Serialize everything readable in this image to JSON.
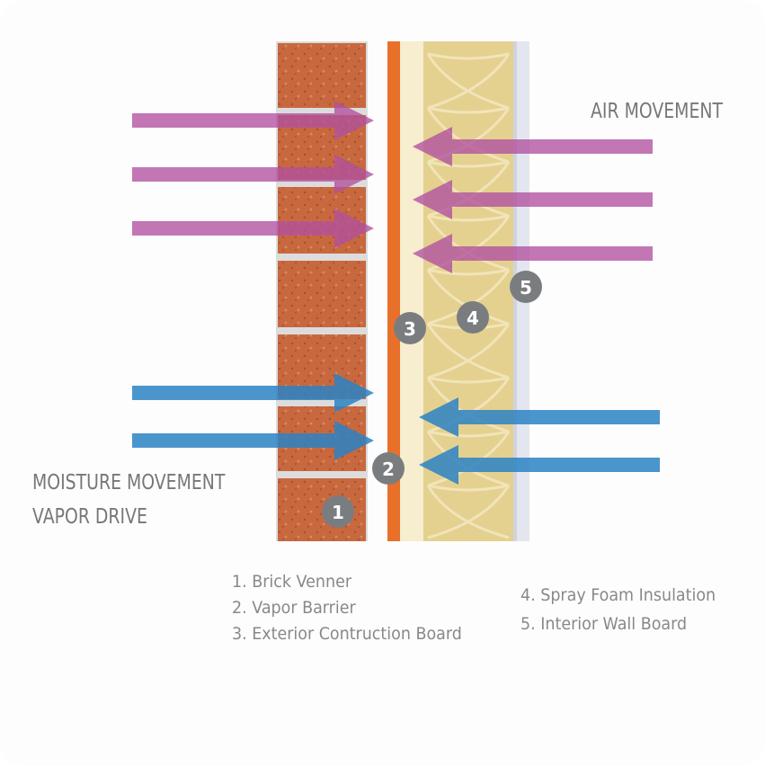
{
  "labels": {
    "air": "AIR MOVEMENT",
    "moisture_line1": "MOISTURE MOVEMENT",
    "moisture_line2": "VAPOR DRIVE"
  },
  "badges": [
    "1",
    "2",
    "3",
    "4",
    "5"
  ],
  "legend": {
    "left": [
      "1. Brick Venner",
      "2. Vapor Barrier",
      "3. Exterior Contruction Board"
    ],
    "right": [
      "4. Spray Foam Insulation",
      "5. Interior Wall Board"
    ]
  },
  "colors": {
    "air_arrow": "#b14f9f",
    "moisture_arrow": "#2b82c4",
    "brick": "#c5663d",
    "mortar": "#d9d9d9",
    "vapor_barrier": "#e8702a",
    "board": "#f5ecc8",
    "insulation": "#e3cf8c",
    "wall_board": "#e6e8f0",
    "badge": "#7a7d80",
    "label_text": "#777777"
  },
  "icons": {
    "air_arrows": "right-arrow x3, left-arrow x3",
    "moisture_arrows": "right-arrow x2, left-arrow x2"
  }
}
